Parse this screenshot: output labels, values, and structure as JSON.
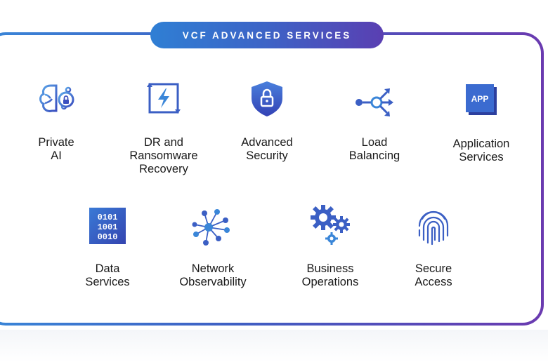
{
  "title": "VCF ADVANCED SERVICES",
  "colors": {
    "accent_blue": "#3a86d8",
    "accent_purple": "#6a3ab0",
    "icon_blue": "#3b5fc4",
    "icon_light": "#5aa6e8"
  },
  "services": [
    {
      "label": "Private\nAI",
      "icon": "brain-lock-icon"
    },
    {
      "label": "DR and\nRansomware\nRecovery",
      "icon": "lightning-box-icon"
    },
    {
      "label": "Advanced\nSecurity",
      "icon": "shield-lock-icon"
    },
    {
      "label": "Load\nBalancing",
      "icon": "load-balancer-icon"
    },
    {
      "label": "Application\nServices",
      "icon": "app-tile-icon"
    },
    {
      "label": "Data\nServices",
      "icon": "binary-data-icon"
    },
    {
      "label": "Network\nObservability",
      "icon": "network-graph-icon"
    },
    {
      "label": "Business\nOperations",
      "icon": "gears-icon"
    },
    {
      "label": "Secure\nAccess",
      "icon": "fingerprint-icon"
    }
  ]
}
